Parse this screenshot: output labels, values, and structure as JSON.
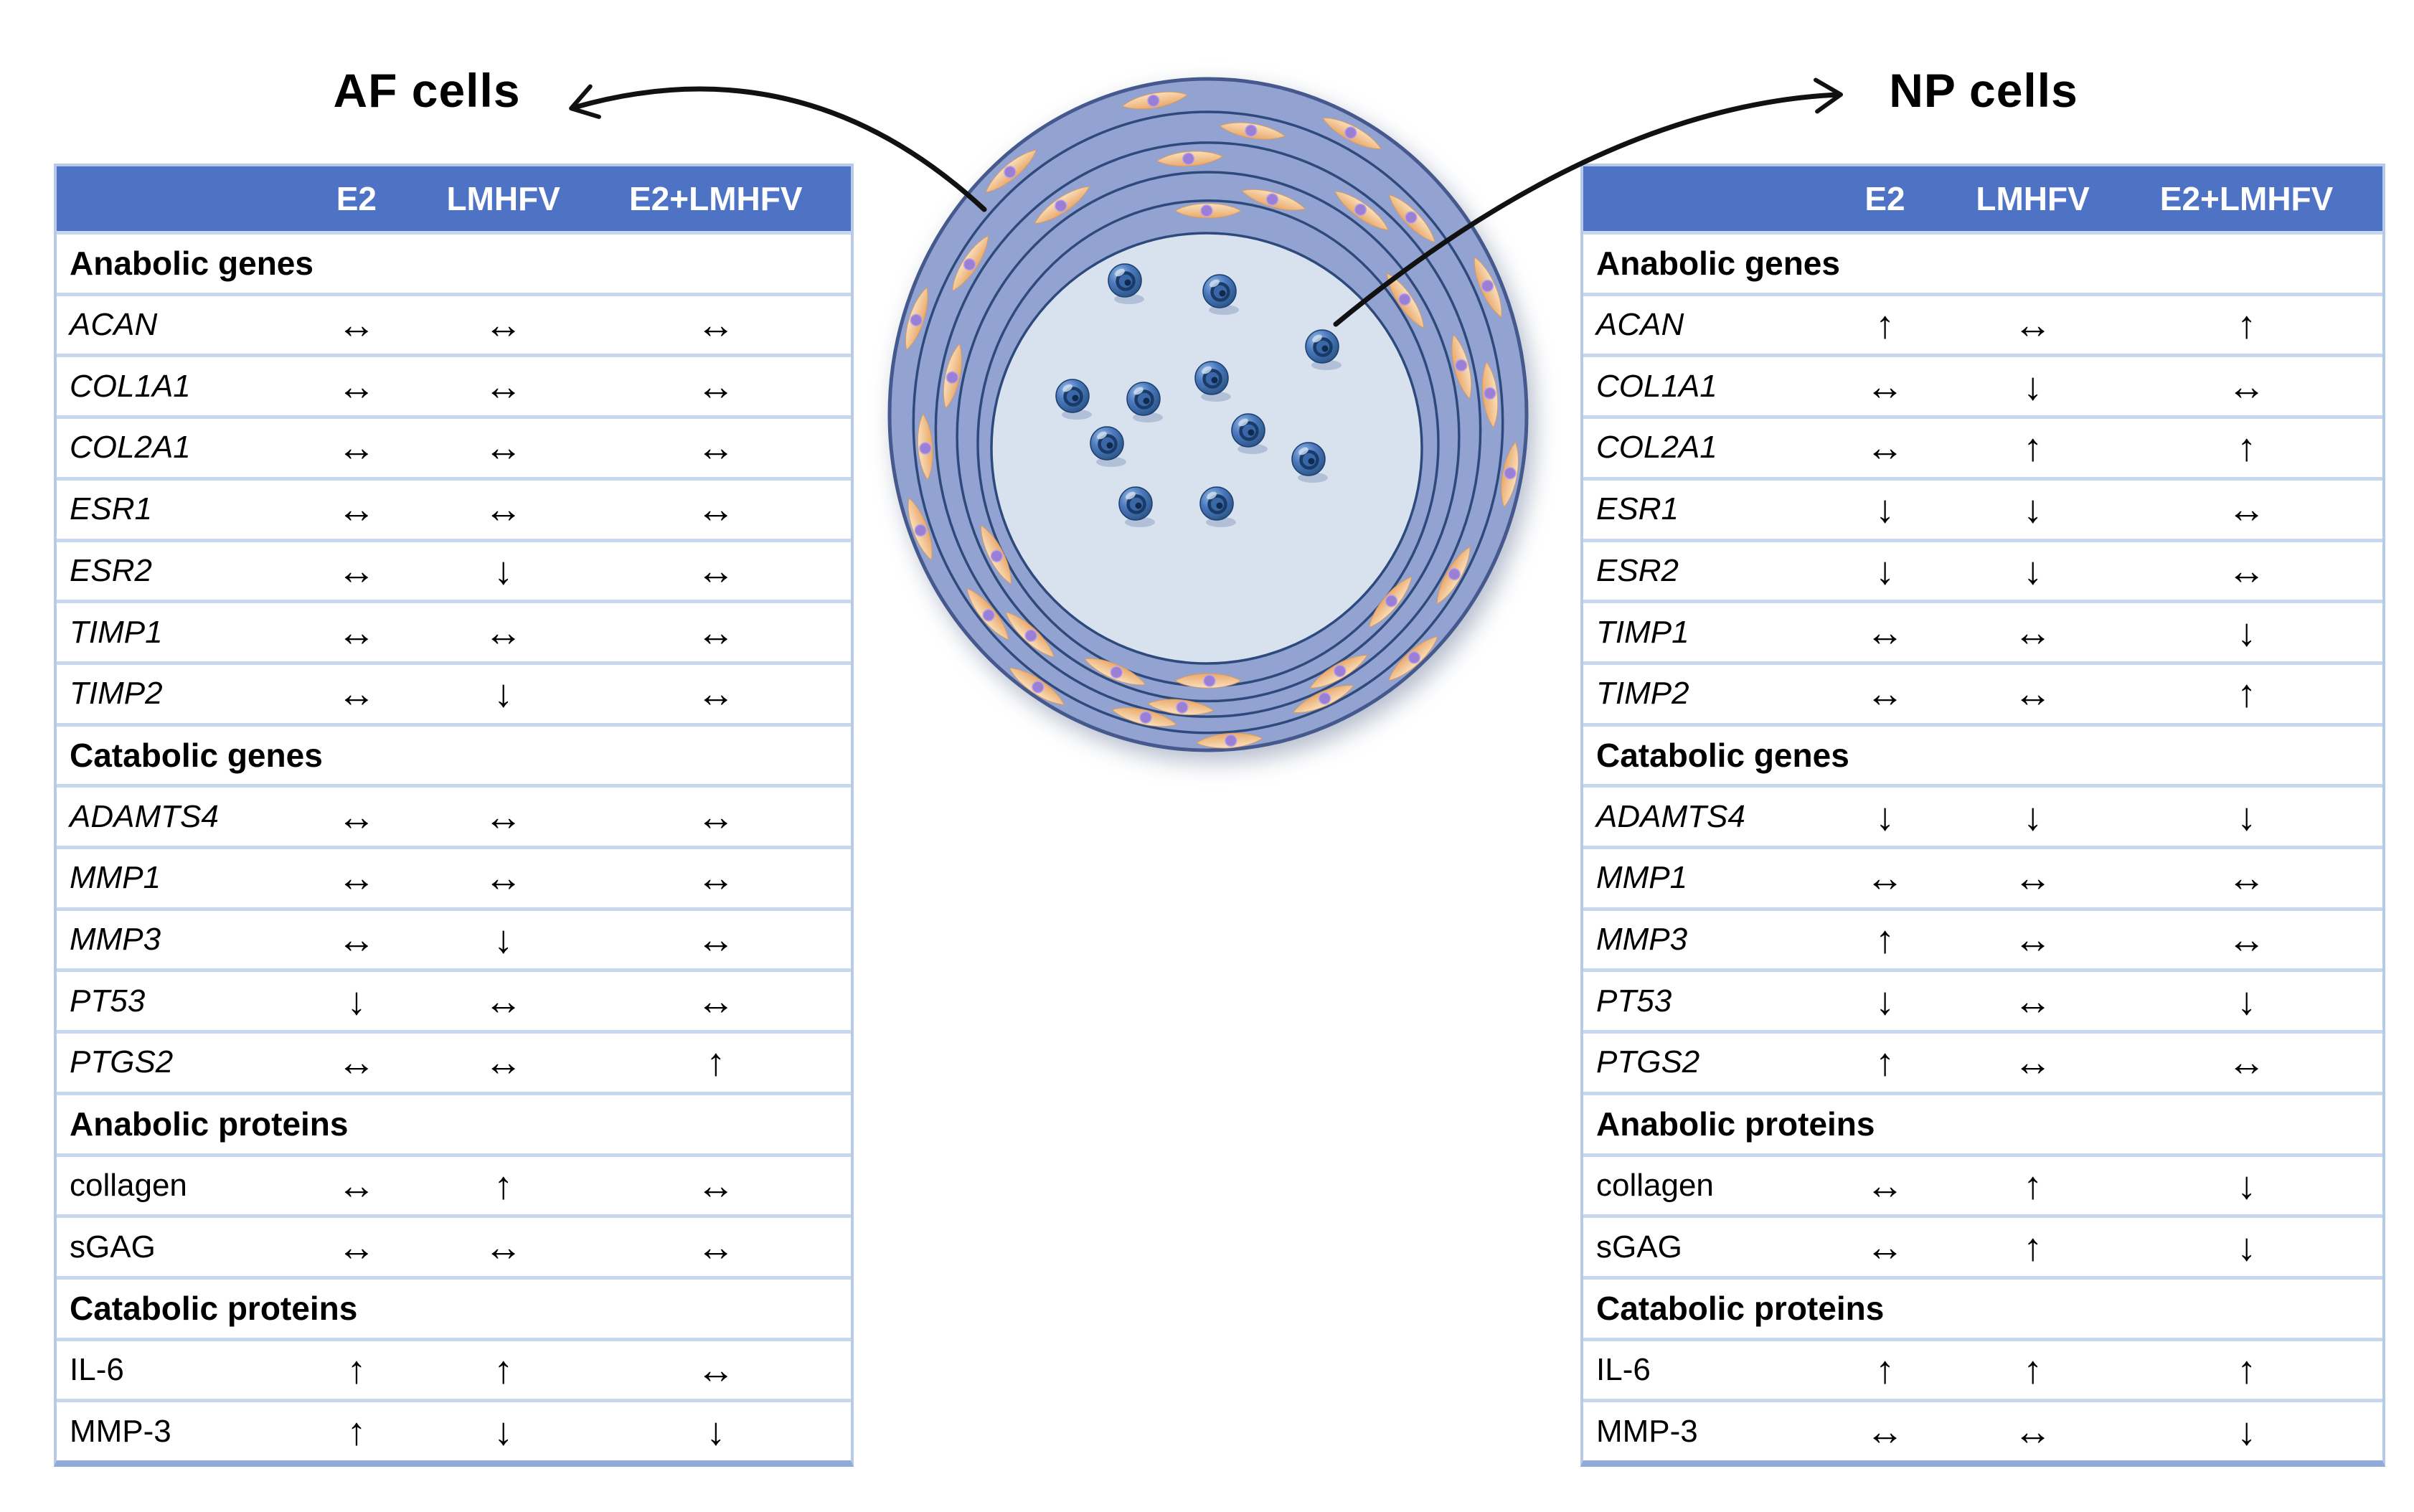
{
  "figure": {
    "af_label": "AF cells",
    "np_label": "NP cells"
  },
  "columns": [
    "E2",
    "LMHFV",
    "E2+LMHFV"
  ],
  "legend_symbols": {
    "up": "↑",
    "down": "↓",
    "unchanged": "↔"
  },
  "tables": {
    "af": {
      "name": "AF cells",
      "sections": [
        {
          "title": "Anabolic genes",
          "italic": true,
          "rows": [
            [
              "ACAN",
              "↔",
              "↔",
              "↔"
            ],
            [
              "COL1A1",
              "↔",
              "↔",
              "↔"
            ],
            [
              "COL2A1",
              "↔",
              "↔",
              "↔"
            ],
            [
              "ESR1",
              "↔",
              "↔",
              "↔"
            ],
            [
              "ESR2",
              "↔",
              "↓",
              "↔"
            ],
            [
              "TIMP1",
              "↔",
              "↔",
              "↔"
            ],
            [
              "TIMP2",
              "↔",
              "↓",
              "↔"
            ]
          ]
        },
        {
          "title": "Catabolic genes",
          "italic": true,
          "rows": [
            [
              "ADAMTS4",
              "↔",
              "↔",
              "↔"
            ],
            [
              "MMP1",
              "↔",
              "↔",
              "↔"
            ],
            [
              "MMP3",
              "↔",
              "↓",
              "↔"
            ],
            [
              "PT53",
              "↓",
              "↔",
              "↔"
            ],
            [
              "PTGS2",
              "↔",
              "↔",
              "↑"
            ]
          ]
        },
        {
          "title": "Anabolic proteins",
          "italic": false,
          "rows": [
            [
              "collagen",
              "↔",
              "↑",
              "↔"
            ],
            [
              "sGAG",
              "↔",
              "↔",
              "↔"
            ]
          ]
        },
        {
          "title": "Catabolic proteins",
          "italic": false,
          "rows": [
            [
              "IL-6",
              "↑",
              "↑",
              "↔"
            ],
            [
              "MMP-3",
              "↑",
              "↓",
              "↓"
            ]
          ]
        }
      ]
    },
    "np": {
      "name": "NP cells",
      "sections": [
        {
          "title": "Anabolic genes",
          "italic": true,
          "rows": [
            [
              "ACAN",
              "↑",
              "↔",
              "↑"
            ],
            [
              "COL1A1",
              "↔",
              "↓",
              "↔"
            ],
            [
              "COL2A1",
              "↔",
              "↑",
              "↑"
            ],
            [
              "ESR1",
              "↓",
              "↓",
              "↔"
            ],
            [
              "ESR2",
              "↓",
              "↓",
              "↔"
            ],
            [
              "TIMP1",
              "↔",
              "↔",
              "↓"
            ],
            [
              "TIMP2",
              "↔",
              "↔",
              "↑"
            ]
          ]
        },
        {
          "title": "Catabolic genes",
          "italic": true,
          "rows": [
            [
              "ADAMTS4",
              "↓",
              "↓",
              "↓"
            ],
            [
              "MMP1",
              "↔",
              "↔",
              "↔"
            ],
            [
              "MMP3",
              "↑",
              "↔",
              "↔"
            ],
            [
              "PT53",
              "↓",
              "↔",
              "↓"
            ],
            [
              "PTGS2",
              "↑",
              "↔",
              "↔"
            ]
          ]
        },
        {
          "title": "Anabolic proteins",
          "italic": false,
          "rows": [
            [
              "collagen",
              "↔",
              "↑",
              "↓"
            ],
            [
              "sGAG",
              "↔",
              "↑",
              "↓"
            ]
          ]
        },
        {
          "title": "Catabolic proteins",
          "italic": false,
          "rows": [
            [
              "IL-6",
              "↑",
              "↑",
              "↑"
            ],
            [
              "MMP-3",
              "↔",
              "↔",
              "↓"
            ]
          ]
        }
      ]
    }
  },
  "colors": {
    "header_blue": "#4e73c4",
    "header_text": "#ffffff",
    "row_separator": "#c7d7f0",
    "table_border": "#b7cbe9",
    "table_bottom_border": "#90aada",
    "annulus_fill": "#93a3d1",
    "annulus_ring_line": "#2e4a7d",
    "annulus_outline": "#46598e",
    "nucleus_pulposus_fill": "#d8e2ef",
    "np_cell_blue": "#3c69ae",
    "np_cell_dark": "#1c3e6e",
    "af_cell_peach_light": "#f9e0bd",
    "af_cell_peach_dark": "#eaa96b",
    "af_cell_nucleus_purple": "#9b7fd6",
    "connector_arrow": "#111111"
  },
  "illustration": {
    "af_cells": [
      {
        "a": 100,
        "f": 0.962
      },
      {
        "a": 62,
        "f": 0.962
      },
      {
        "a": 24,
        "f": 0.962
      },
      {
        "a": 350,
        "f": 0.962
      },
      {
        "a": 312,
        "f": 0.962
      },
      {
        "a": 274,
        "f": 0.962
      },
      {
        "a": 236,
        "f": 0.962
      },
      {
        "a": 200,
        "f": 0.962
      },
      {
        "a": 162,
        "f": 0.962
      },
      {
        "a": 130,
        "f": 0.962
      },
      {
        "a": 81,
        "f": 0.89
      },
      {
        "a": 44,
        "f": 0.89
      },
      {
        "a": 6,
        "f": 0.89
      },
      {
        "a": 330,
        "f": 0.89
      },
      {
        "a": 294,
        "f": 0.89
      },
      {
        "a": 257,
        "f": 0.89
      },
      {
        "a": 219,
        "f": 0.89
      },
      {
        "a": 184,
        "f": 0.89
      },
      {
        "a": 147,
        "f": 0.89
      },
      {
        "a": 94,
        "f": 0.82
      },
      {
        "a": 54,
        "f": 0.82
      },
      {
        "a": 14,
        "f": 0.82
      },
      {
        "a": 300,
        "f": 0.82
      },
      {
        "a": 264,
        "f": 0.82
      },
      {
        "a": 227,
        "f": 0.82
      },
      {
        "a": 168,
        "f": 0.82
      },
      {
        "a": 124,
        "f": 0.82
      },
      {
        "a": 74,
        "f": 0.747
      },
      {
        "a": 34,
        "f": 0.747
      },
      {
        "a": 320,
        "f": 0.747
      },
      {
        "a": 247,
        "f": 0.747
      },
      {
        "a": 207,
        "f": 0.747
      },
      {
        "a": 90,
        "f": 0.7
      },
      {
        "a": 270,
        "f": 0.7
      }
    ],
    "np_cells": [
      [
        -114,
        -234
      ],
      [
        18,
        -219
      ],
      [
        161,
        -142
      ],
      [
        7,
        -98
      ],
      [
        -187,
        -73
      ],
      [
        -88,
        -69
      ],
      [
        -139,
        -7
      ],
      [
        58,
        -25
      ],
      [
        142,
        15
      ],
      [
        -99,
        77
      ],
      [
        14,
        77
      ]
    ]
  }
}
